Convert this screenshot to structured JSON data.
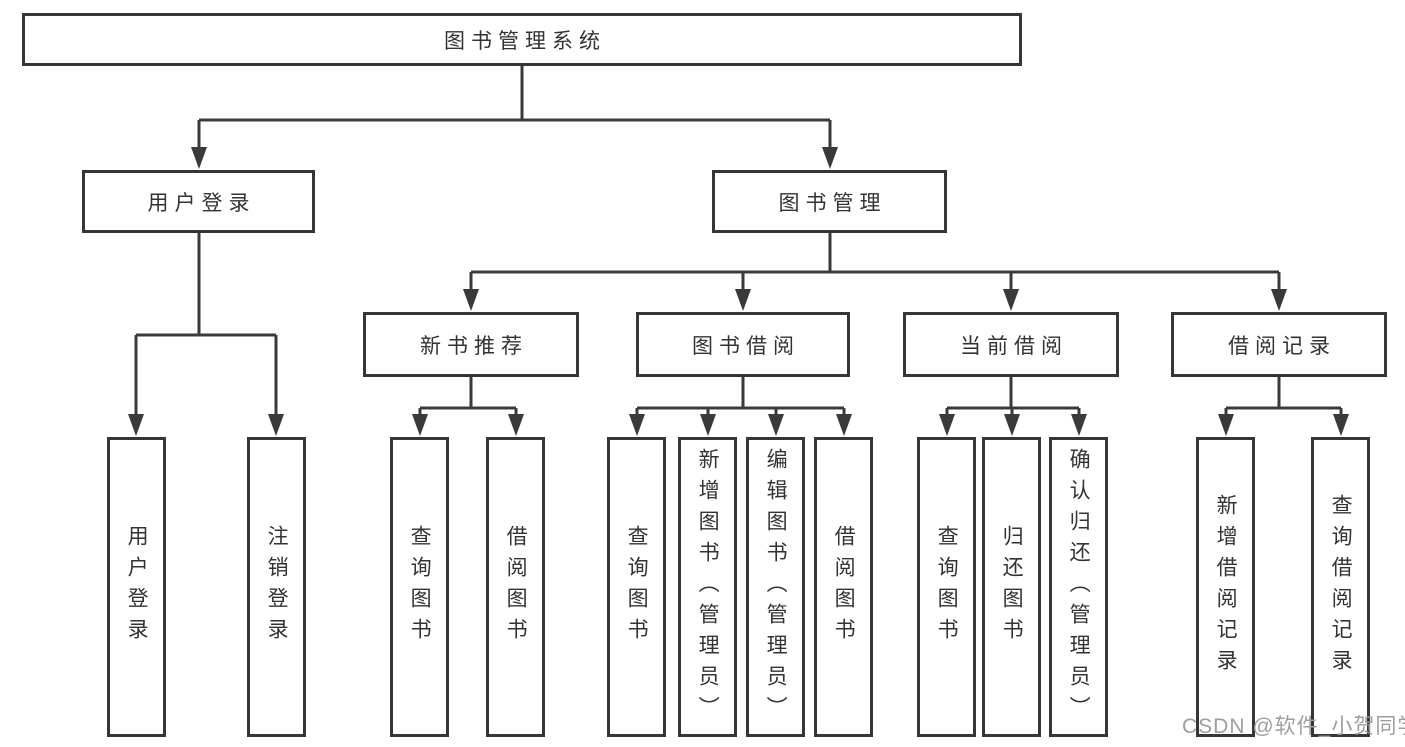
{
  "page": {
    "watermark": "CSDN @软件_小贺同学"
  },
  "colors": {
    "background": "#ffffff",
    "line": "#3a3a3a",
    "box_border": "#363636",
    "box_fill": "#ffffff",
    "text": "#333333",
    "watermark": "#9e9e9e"
  },
  "diagram": {
    "type": "hierarchy-tree",
    "direction": "top-down"
  },
  "nodes": {
    "root": {
      "label": "图书管理系统"
    },
    "user_login": {
      "label": "用户登录"
    },
    "book_management": {
      "label": "图书管理"
    },
    "leaf_user_login": {
      "label": "用户登录"
    },
    "leaf_logout_login": {
      "label": "注销登录"
    },
    "new_book_recommend": {
      "label": "新书推荐"
    },
    "book_borrowing": {
      "label": "图书借阅"
    },
    "current_borrowing": {
      "label": "当前借阅"
    },
    "borrowing_records": {
      "label": "借阅记录"
    },
    "nbr_query_books": {
      "label": "查询图书"
    },
    "nbr_borrow_books": {
      "label": "借阅图书"
    },
    "bb_query_books": {
      "label": "查询图书"
    },
    "bb_add_books": {
      "label": "新增图书（管理员）"
    },
    "bb_edit_books": {
      "label": "编辑图书（管理员）"
    },
    "bb_borrow_books": {
      "label": "借阅图书"
    },
    "cb_query_books": {
      "label": "查询图书"
    },
    "cb_return_books": {
      "label": "归还图书"
    },
    "cb_confirm_return": {
      "label": "确认归还（管理员）"
    },
    "br_add_record": {
      "label": "新增借阅记录"
    },
    "br_query_record": {
      "label": "查询借阅记录"
    }
  },
  "edges": [
    {
      "from": "root",
      "to": "user_login"
    },
    {
      "from": "root",
      "to": "book_management"
    },
    {
      "from": "user_login",
      "to": "leaf_user_login"
    },
    {
      "from": "user_login",
      "to": "leaf_logout_login"
    },
    {
      "from": "book_management",
      "to": "new_book_recommend"
    },
    {
      "from": "book_management",
      "to": "book_borrowing"
    },
    {
      "from": "book_management",
      "to": "current_borrowing"
    },
    {
      "from": "book_management",
      "to": "borrowing_records"
    },
    {
      "from": "new_book_recommend",
      "to": "nbr_query_books"
    },
    {
      "from": "new_book_recommend",
      "to": "nbr_borrow_books"
    },
    {
      "from": "book_borrowing",
      "to": "bb_query_books"
    },
    {
      "from": "book_borrowing",
      "to": "bb_add_books"
    },
    {
      "from": "book_borrowing",
      "to": "bb_edit_books"
    },
    {
      "from": "book_borrowing",
      "to": "bb_borrow_books"
    },
    {
      "from": "current_borrowing",
      "to": "cb_query_books"
    },
    {
      "from": "current_borrowing",
      "to": "cb_return_books"
    },
    {
      "from": "current_borrowing",
      "to": "cb_confirm_return"
    },
    {
      "from": "borrowing_records",
      "to": "br_add_record"
    },
    {
      "from": "borrowing_records",
      "to": "br_query_record"
    }
  ]
}
